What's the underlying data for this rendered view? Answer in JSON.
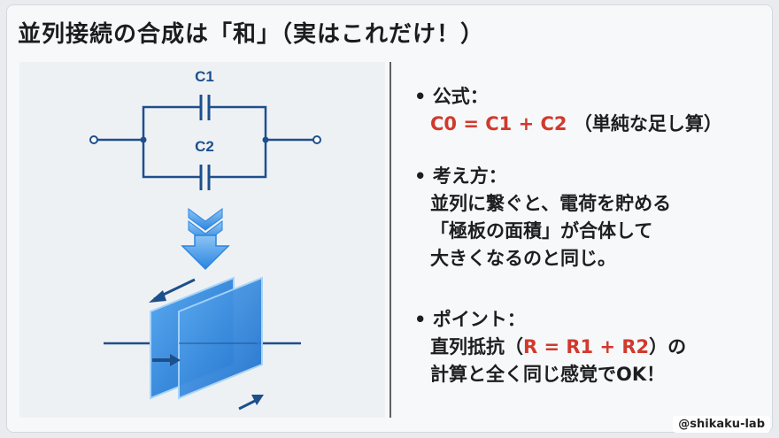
{
  "title": "並列接続の合成は「和」（実はこれだけ！）",
  "diagram": {
    "label_c1": "C1",
    "label_c2": "C2"
  },
  "colors": {
    "accent_red": "#d1392c",
    "diagram_blue": "#2b85e0",
    "wire": "#1d4f8c"
  },
  "formula": {
    "heading": "• 公式：",
    "expression": "C0 = C1 + C2",
    "note": "（単純な足し算）"
  },
  "concept": {
    "heading": "• 考え方：",
    "lines": [
      "並列に繋ぐと、電荷を貯める",
      "「極板の面積」が合体して",
      "大きくなるのと同じ。"
    ]
  },
  "point": {
    "heading": "• ポイント：",
    "line1_prefix": "直列抵抗（",
    "line1_expression": "R = R1 + R2",
    "line1_suffix": "）の",
    "line2": "計算と全く同じ感覚でOK！"
  },
  "handle": "@shikaku-lab"
}
